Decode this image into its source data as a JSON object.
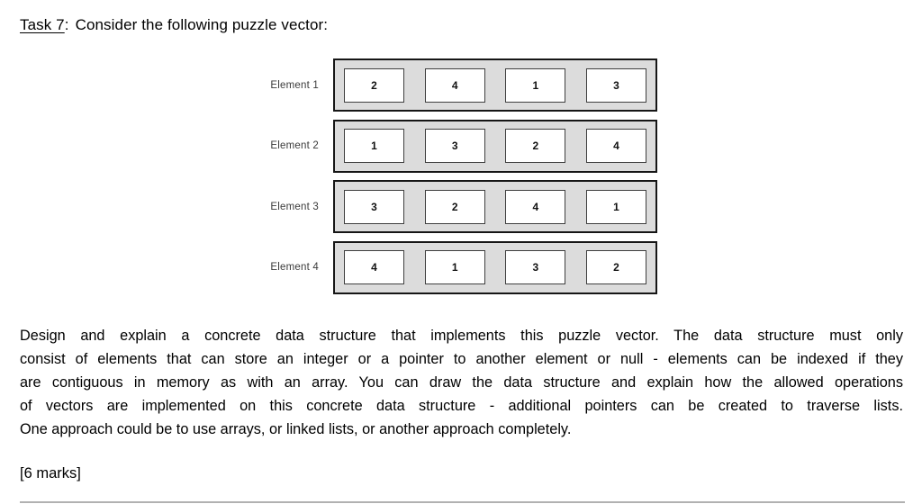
{
  "title": {
    "task": "Task 7",
    "colon": ":",
    "text": "Consider the following puzzle vector:"
  },
  "diagram": {
    "rows": [
      {
        "label": "Element 1",
        "values": [
          "2",
          "4",
          "1",
          "3"
        ]
      },
      {
        "label": "Element 2",
        "values": [
          "1",
          "3",
          "2",
          "4"
        ]
      },
      {
        "label": "Element 3",
        "values": [
          "3",
          "2",
          "4",
          "1"
        ]
      },
      {
        "label": "Element 4",
        "values": [
          "4",
          "1",
          "3",
          "2"
        ]
      }
    ],
    "colors": {
      "box_fill": "#dcdcdc",
      "box_border": "#161616",
      "cell_fill": "#ffffff",
      "cell_border": "#3f3f3f"
    }
  },
  "paragraph": {
    "lines": [
      "Design and explain a concrete data structure that implements this puzzle vector. The data structure must only",
      "consist of elements that can store an integer or a pointer to another element or null - elements can be indexed if they",
      "are contiguous in memory as with an array. You can draw the data structure and explain how the allowed operations",
      "of vectors are implemented on this concrete data structure - additional pointers can be created to traverse lists.",
      "One approach could be to use arrays, or linked lists, or another approach completely."
    ]
  },
  "marks_label": "[6 marks]"
}
